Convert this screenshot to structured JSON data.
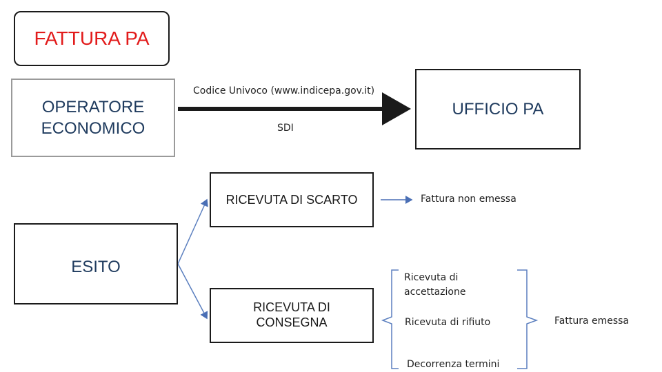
{
  "title": "FATTURA PA",
  "operator": "OPERATORE\nECONOMICO",
  "office": "UFFICIO PA",
  "arrow_top_label": "Codice Univoco (www.indicepa.gov.it)",
  "arrow_bottom_label": "SDI",
  "esito": "ESITO",
  "scarto": "RICEVUTA DI SCARTO",
  "consegna": "RICEVUTA DI\nCONSEGNA",
  "scarto_result": "Fattura non emessa",
  "consegna_options": [
    "Ricevuta di\naccettazione",
    "Ricevuta di rifiuto",
    "Decorrenza termini"
  ],
  "final_result": "Fattura emessa",
  "colors": {
    "title": "#e21b1b",
    "blue": "#1f3b5e",
    "arrow": "#1a1a1a",
    "connector": "#5b7fbf"
  }
}
